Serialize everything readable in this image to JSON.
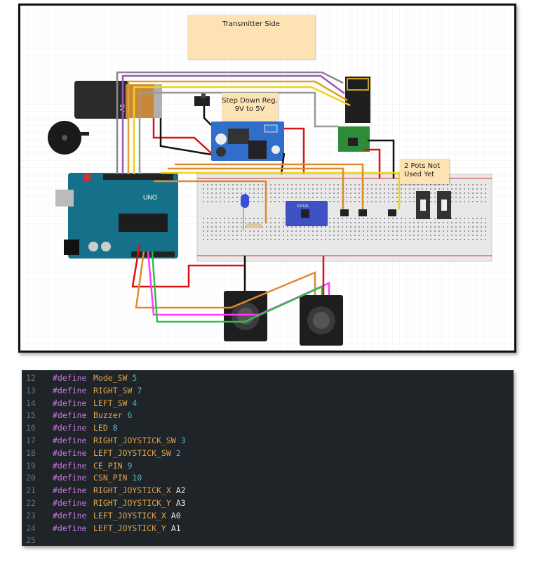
{
  "diagram": {
    "notes": {
      "title": "Transmitter Side",
      "regulator": "Step Down Reg.\n9V to 5V",
      "pots": "2 Pots Not\nUsed Yet"
    },
    "board_label": "UNO",
    "module_label": "GY-521"
  },
  "code": {
    "lines": [
      {
        "num": "12",
        "keyword": "#define",
        "name": "Mode_SW",
        "value": "5",
        "value_kind": "num"
      },
      {
        "num": "13",
        "keyword": "#define",
        "name": "RIGHT_SW",
        "value": "7",
        "value_kind": "num"
      },
      {
        "num": "14",
        "keyword": "#define",
        "name": "LEFT_SW",
        "value": "4",
        "value_kind": "num"
      },
      {
        "num": "15",
        "keyword": "#define",
        "name": "Buzzer",
        "value": "6",
        "value_kind": "num"
      },
      {
        "num": "16",
        "keyword": "#define",
        "name": "LED",
        "value": "8",
        "value_kind": "num"
      },
      {
        "num": "17",
        "keyword": "#define",
        "name": "RIGHT_JOYSTICK_SW",
        "value": "3",
        "value_kind": "num"
      },
      {
        "num": "18",
        "keyword": "#define",
        "name": "LEFT_JOYSTICK_SW",
        "value": "2",
        "value_kind": "num"
      },
      {
        "num": "19",
        "keyword": "#define",
        "name": "CE_PIN",
        "value": "9",
        "value_kind": "num"
      },
      {
        "num": "20",
        "keyword": "#define",
        "name": "CSN_PIN",
        "value": "10",
        "value_kind": "num"
      },
      {
        "num": "21",
        "keyword": "#define",
        "name": "RIGHT_JOYSTICK_X",
        "value": "A2",
        "value_kind": "pin"
      },
      {
        "num": "22",
        "keyword": "#define",
        "name": "RIGHT_JOYSTICK_Y",
        "value": "A3",
        "value_kind": "pin"
      },
      {
        "num": "23",
        "keyword": "#define",
        "name": "LEFT_JOYSTICK_X",
        "value": "A0",
        "value_kind": "pin"
      },
      {
        "num": "24",
        "keyword": "#define",
        "name": "LEFT_JOYSTICK_Y",
        "value": "A1",
        "value_kind": "pin"
      },
      {
        "num": "25",
        "keyword": "",
        "name": "",
        "value": "",
        "value_kind": "num"
      }
    ]
  }
}
